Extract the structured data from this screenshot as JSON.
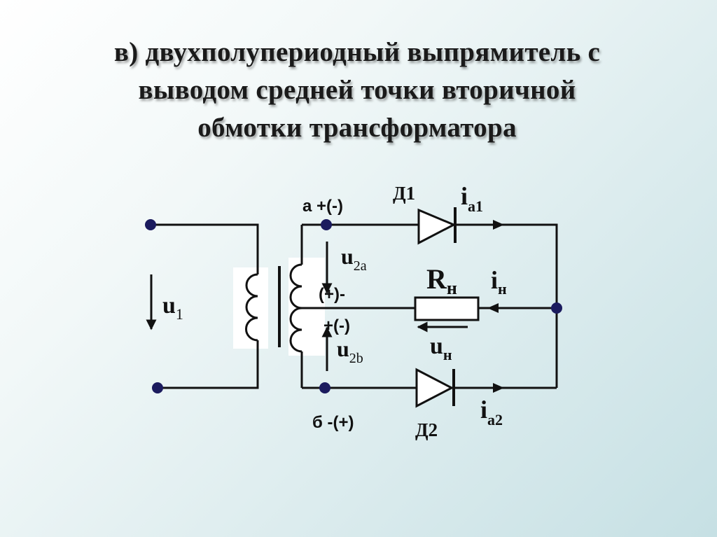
{
  "title": {
    "line1": "в) двухполупериодный выпрямитель с",
    "line2": "выводом средней точки вторичной",
    "line3": "обмотки трансформатора"
  },
  "labels": {
    "terminal_a": "а +(-)",
    "terminal_b": "б -(+)",
    "center_top": "(+)-",
    "center_bottom": "+(-)",
    "diode1": "Д1",
    "diode2": "Д2",
    "ia1_main": "i",
    "ia1_sub": "а1",
    "ia2_main": "i",
    "ia2_sub": "а2",
    "u1_main": "u",
    "u1_sub": "1",
    "u2a_main": "u",
    "u2a_sub": "2a",
    "u2b_main": "u",
    "u2b_sub": "2b",
    "rn_main": "R",
    "rn_sub": "н",
    "in_main": "i",
    "in_sub": "н",
    "un_main": "u",
    "un_sub": "н"
  },
  "colors": {
    "wire": "#111111",
    "core_background": "#ffffff"
  }
}
